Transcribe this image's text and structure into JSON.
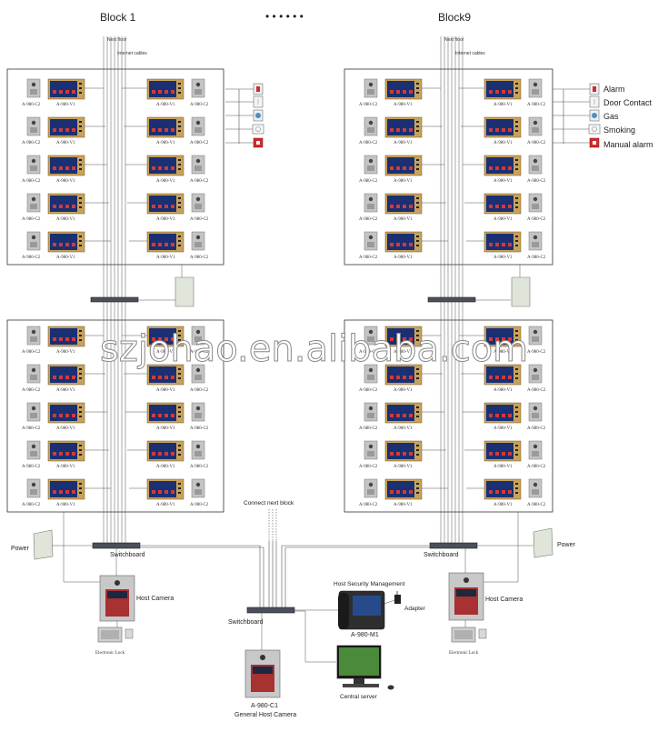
{
  "header": {
    "block_left": "Block 1",
    "block_right": "Block9",
    "ellipsis": "• • • •   • •"
  },
  "labels": {
    "next_floor": "Next floor",
    "internet_cables": "Internet cables",
    "camera_model": "A-980-C2",
    "monitor_model": "A-980-V1",
    "switchboard": "Switchboard",
    "power": "Power",
    "host_camera": "Host Camera",
    "electronic_lock": "Electronic Lock",
    "connect_next_block": "Connect next block",
    "host_security_management": "Host Security Management",
    "adapter": "Adapter",
    "m1_model": "A-980-M1",
    "central_server": "Central server",
    "c1_model": "A-980-C1",
    "general_host_camera": "General Host Camera"
  },
  "legend": [
    {
      "label": "Alarm",
      "icon": "alarm-icon"
    },
    {
      "label": "Door Contact",
      "icon": "door-contact-icon"
    },
    {
      "label": "Gas",
      "icon": "gas-icon"
    },
    {
      "label": "Smoking",
      "icon": "smoke-icon"
    },
    {
      "label": "Manual alarm",
      "icon": "manual-alarm-icon"
    }
  ],
  "watermark": "szjohao.en.alibaba.com",
  "colors": {
    "monitor_frame": "#c9a25a",
    "monitor_screen": "#1b2f73",
    "screen_button": "#cf3b3b",
    "camera_panel": "#c4c4c4",
    "wire": "#555555",
    "alarm_red": "#d22a2a"
  }
}
